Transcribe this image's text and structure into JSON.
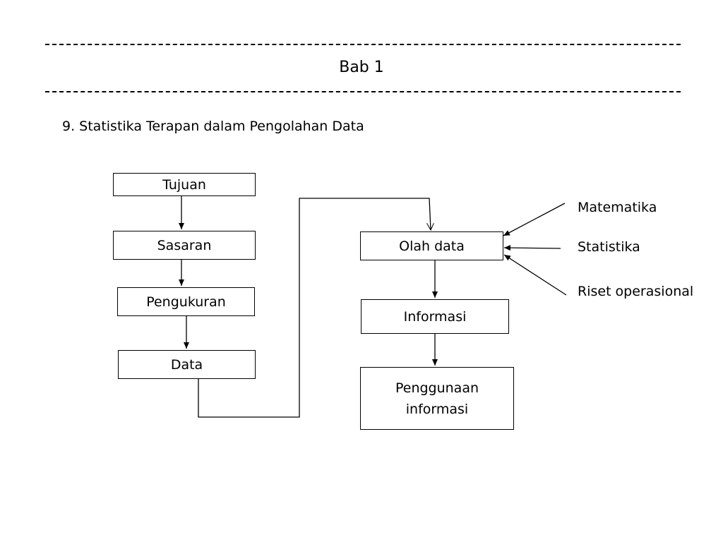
{
  "header": {
    "title": "Bab 1"
  },
  "section": {
    "heading": "9. Statistika Terapan dalam Pengolahan Data"
  },
  "flowchart": {
    "left_boxes": [
      "Tujuan",
      "Sasaran",
      "Pengukuran",
      "Data"
    ],
    "right_boxes": [
      "Olah data",
      "Informasi",
      "Penggunaan\ninformasi"
    ],
    "inputs": [
      "Matematika",
      "Statistika",
      "Riset operasional"
    ]
  }
}
